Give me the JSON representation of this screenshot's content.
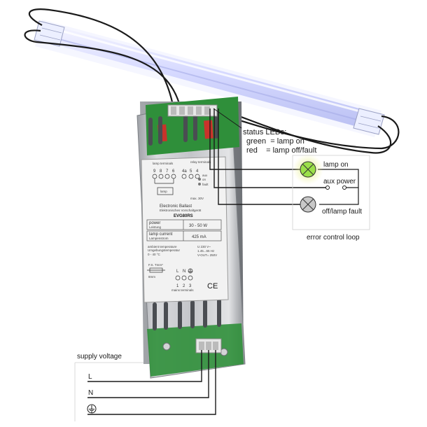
{
  "status_leds": {
    "title": "status LEDs:",
    "green_line": "green  = lamp on",
    "red_line": "red    = lamp off/fault"
  },
  "error_loop": {
    "lamp_on": "lamp on",
    "aux_power": "aux power",
    "off_fault": "off/lamp fault",
    "caption": "error control loop"
  },
  "supply": {
    "title": "supply voltage",
    "l": "L",
    "n": "N"
  },
  "device": {
    "lamp_terminals": "lamp terminals",
    "relay_terminals": "relay terminals",
    "lamp_numbers": [
      "9",
      "8",
      "7",
      "6"
    ],
    "relay_numbers": [
      "4a",
      "5",
      "4"
    ],
    "lamp_box": "lamp",
    "led_on": "on",
    "led_fault": "fault",
    "led_aux": "aux",
    "contact_label": "max. 30V",
    "name": "Electronic Ballast",
    "name_de": "Elektronisches Vorschaltgerät",
    "model": "EVG80RS",
    "power_label": "power",
    "power_label_de": "Leistung",
    "power_value": "30 - 50 W",
    "current_label": "lamp current",
    "current_label_de": "Lampenstrom",
    "current_value": "425 mA",
    "ambient_label": "ambient temperature",
    "ambient_label_de": "Umgebungstemperatur",
    "ambient_value": "0 - 40 °C",
    "rating_1": "U 230 V~",
    "rating_2": "1.45...65 Hz",
    "rating_3": "V-OUT= 250V",
    "mains_letters": [
      "L",
      "N"
    ],
    "mains_numbers": [
      "1",
      "2",
      "3"
    ],
    "mains_terminals": "mains terminals",
    "fuse_label": "F.S. Tmm*",
    "fuse_sub": "8mm",
    "ce_mark": "CE"
  },
  "colors": {
    "lamp_glow": "#c9cdf7",
    "led_green": "#9be04a",
    "led_off": "#c8c8c8",
    "wire": "#1a1a1a",
    "board": "#2f8f3a",
    "relay_red": "#c8332b"
  },
  "icons": [
    "ground-icon",
    "led-green-icon",
    "led-off-icon",
    "ce-icon",
    "fuse-icon"
  ]
}
